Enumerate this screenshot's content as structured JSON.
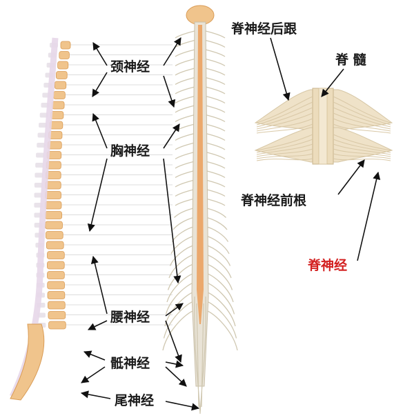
{
  "labels": {
    "cervical": "颈神经",
    "thoracic": "胸神经",
    "lumbar": "腰神经",
    "sacral": "骶神经",
    "coccygeal": "尾神经",
    "dorsal_root": "脊神经后跟",
    "spinal_cord": "脊  髓",
    "ventral_root": "脊神经前根",
    "spinal_nerve": "脊神经"
  },
  "colors": {
    "bone": "#f0c48c",
    "bone_edge": "#d99b55",
    "disc": "#e9e3ea",
    "nerve": "#d8d0b8",
    "cord_core": "#eba86c",
    "arrow": "#111111",
    "highlight_text": "#d32020"
  }
}
